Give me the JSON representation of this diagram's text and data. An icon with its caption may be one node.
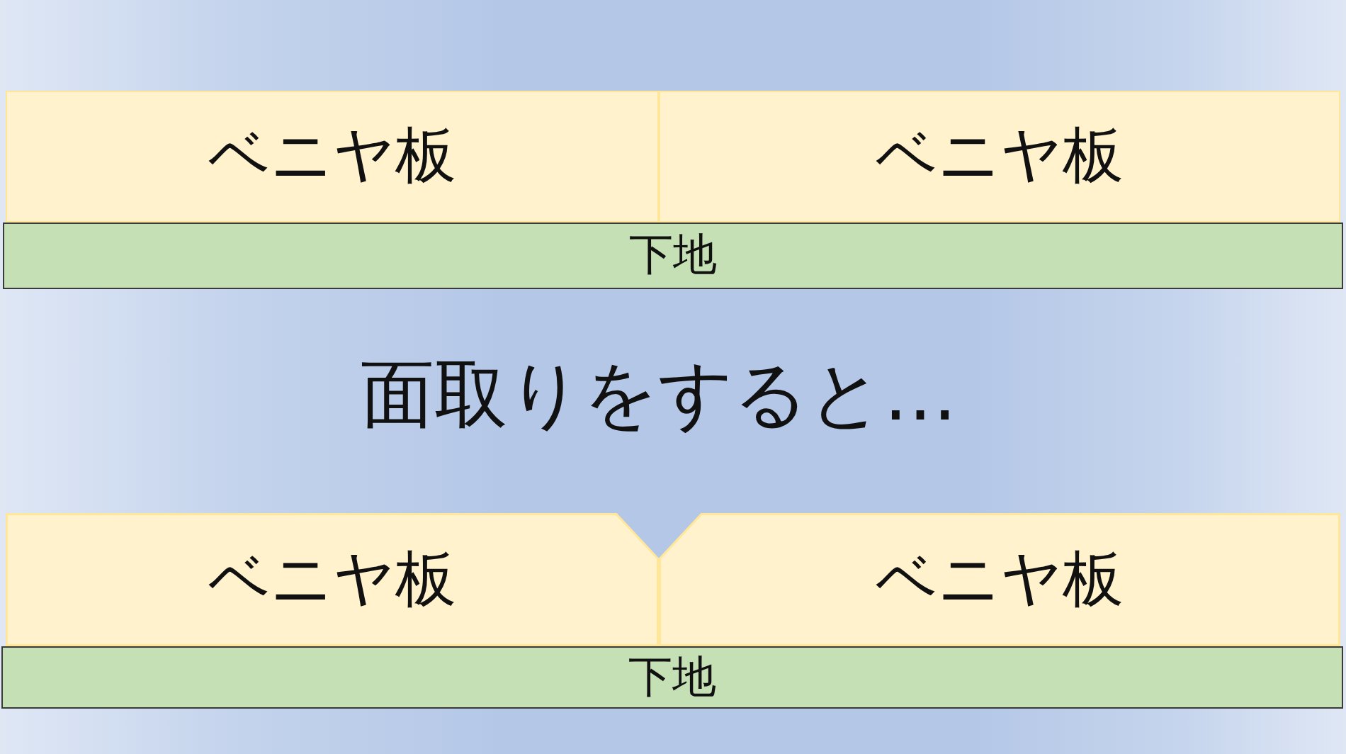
{
  "diagram": {
    "nodes": [
      {
        "text": [
          "ベニヤ板"
        ]
      },
      {
        "text": [
          "ベニヤ板"
        ]
      },
      {
        "text": [
          "下地"
        ]
      },
      {
        "text": [
          "ベニヤ板"
        ]
      },
      {
        "text": [
          "ベニヤ板"
        ]
      },
      {
        "text": [
          "下地"
        ]
      }
    ],
    "labels": [
      "面取りをすると…"
    ]
  }
}
